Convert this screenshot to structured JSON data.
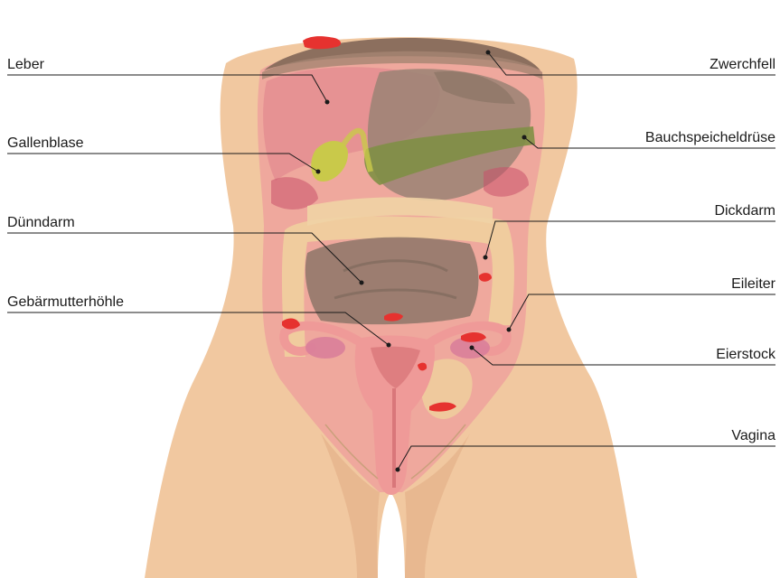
{
  "labels": {
    "left": [
      {
        "id": "leber",
        "text": "Leber"
      },
      {
        "id": "gallenblase",
        "text": "Gallenblase"
      },
      {
        "id": "duenndarm",
        "text": "Dünndarm"
      },
      {
        "id": "gebaermutterhoehle",
        "text": "Gebärmutterhöhle"
      }
    ],
    "right": [
      {
        "id": "zwerchfell",
        "text": "Zwerchfell"
      },
      {
        "id": "bauchspeicheldruese",
        "text": "Bauchspeicheldrüse"
      },
      {
        "id": "dickdarm",
        "text": "Dickdarm"
      },
      {
        "id": "eileiter",
        "text": "Eileiter"
      },
      {
        "id": "eierstock",
        "text": "Eierstock"
      },
      {
        "id": "vagina",
        "text": "Vagina"
      }
    ]
  },
  "colors": {
    "skin": "#f1c8a0",
    "skin_shadow": "#e2b48b",
    "cavity": "#eea79d",
    "liver": "#e79a98",
    "stomach": "#9a8374",
    "pancreas": "#7f8f45",
    "gallbladder": "#c9c94a",
    "colon": "#efcf9e",
    "uterus": "#ef9a98",
    "lesion": "#e6322f",
    "text": "#1a1a1a"
  }
}
